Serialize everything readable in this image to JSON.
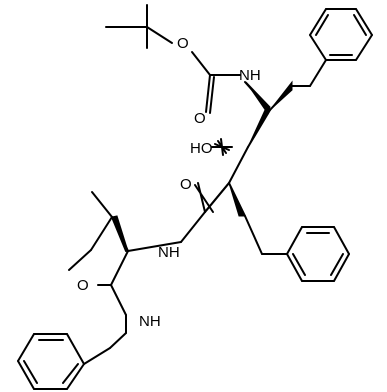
{
  "figure": {
    "type": "chemical-structure",
    "atom_labels": {
      "o_boc_ether": "O",
      "o_boc_carbonyl": "O",
      "nh_carbamate": "NH",
      "ho": "HO",
      "o_amide_upper": "O",
      "nh_amide_upper": "NH",
      "o_amide_lower": "O",
      "nh_amide_lower": "NH"
    }
  }
}
